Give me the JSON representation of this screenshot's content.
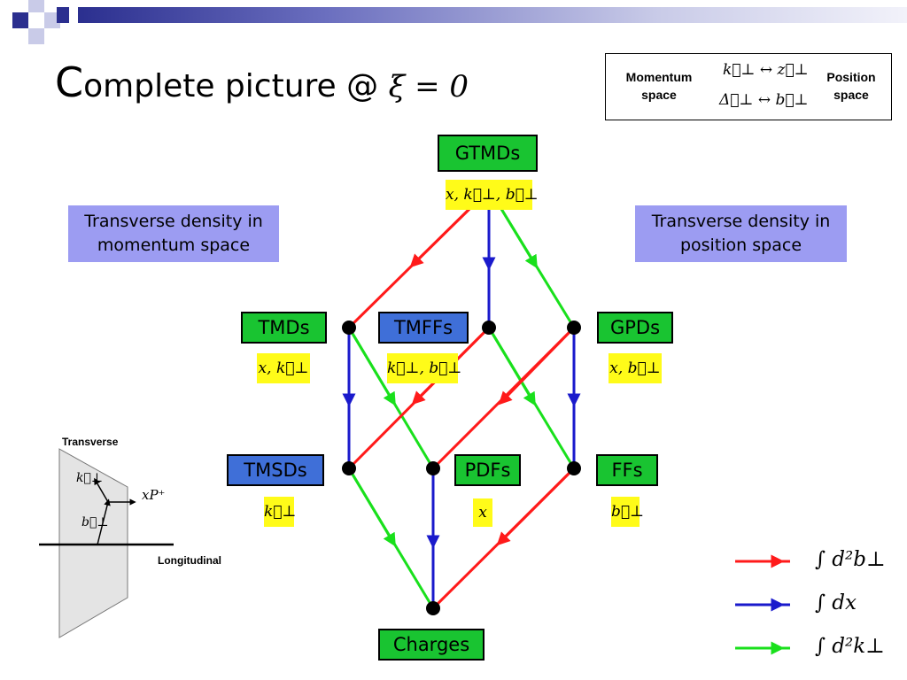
{
  "colors": {
    "red": "#ff1a1a",
    "blue": "#1a1acc",
    "green": "#19e01c",
    "node_green": "#19c431",
    "node_blue": "#3f6fd8",
    "note_bg": "#9c9cf2",
    "math_bg": "#fffb19"
  },
  "title": {
    "prefix": "C",
    "text": "omplete picture @",
    "math": "ξ = 0"
  },
  "mapping": {
    "left": "Momentum space",
    "right": "Position space",
    "line1": "k⃗⊥ ↔ z⃗⊥",
    "line2": "Δ⃗⊥ ↔ b⃗⊥"
  },
  "notes": {
    "momentum": "Transverse density in momentum space",
    "position": "Transverse density in position space"
  },
  "nodes": {
    "gtmds": {
      "label": "GTMDs",
      "vars": "x, k⃗⊥, b⃗⊥"
    },
    "tmds": {
      "label": "TMDs",
      "vars": "x, k⃗⊥"
    },
    "tmffs": {
      "label": "TMFFs",
      "vars": "k⃗⊥, b⃗⊥"
    },
    "gpds": {
      "label": "GPDs",
      "vars": "x, b⃗⊥"
    },
    "tmsds": {
      "label": "TMSDs",
      "vars": "k⃗⊥"
    },
    "pdfs": {
      "label": "PDFs",
      "vars": "x"
    },
    "ffs": {
      "label": "FFs",
      "vars": "b⃗⊥"
    },
    "charges": {
      "label": "Charges"
    }
  },
  "inset": {
    "transverse": "Transverse",
    "longitudinal": "Longitudinal",
    "k": "k⃗⊥",
    "b": "b⃗⊥",
    "p": "xP⁺"
  },
  "legend": [
    {
      "color": "red",
      "text": "∫ d²b⊥"
    },
    {
      "color": "blue",
      "text": "∫ dx"
    },
    {
      "color": "green",
      "text": "∫ d²k⊥"
    }
  ]
}
